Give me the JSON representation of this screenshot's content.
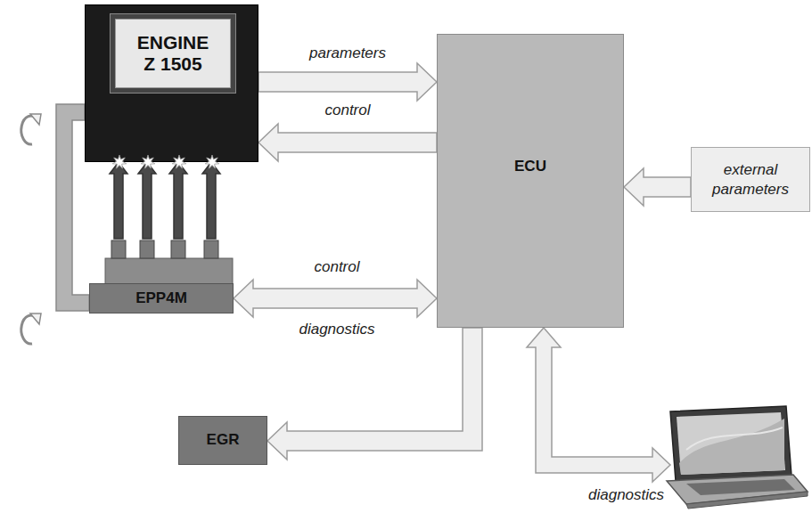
{
  "diagram": {
    "nodes": [
      {
        "text": [
          "ENGINE Z 1505"
        ]
      },
      {
        "text": [
          "ECU"
        ]
      },
      {
        "text": [
          "external parameters"
        ]
      },
      {
        "text": [
          "EPP4M"
        ]
      },
      {
        "text": [
          "EGR"
        ]
      }
    ],
    "edges": [
      {
        "from": 0,
        "to": 1,
        "arrow": "to",
        "label": "parameters"
      },
      {
        "from": 1,
        "to": 0,
        "arrow": "to",
        "label": "control"
      },
      {
        "from": 2,
        "to": 1,
        "arrow": "to"
      },
      {
        "from": 3,
        "to": 1,
        "arrow": "both",
        "label": "control"
      },
      {
        "from": 1,
        "to": 4,
        "arrow": "to"
      },
      {
        "from": 3,
        "to": 0,
        "arrow": "to"
      },
      {
        "from": 3,
        "to": 0,
        "arrow": "to"
      },
      {
        "from": 3,
        "to": 0,
        "arrow": "to"
      },
      {
        "from": 3,
        "to": 0,
        "arrow": "to"
      },
      {
        "from": 0,
        "to": 3,
        "arrow": "none"
      }
    ],
    "labels": [
      "diagnostics",
      "diagnostics"
    ]
  }
}
